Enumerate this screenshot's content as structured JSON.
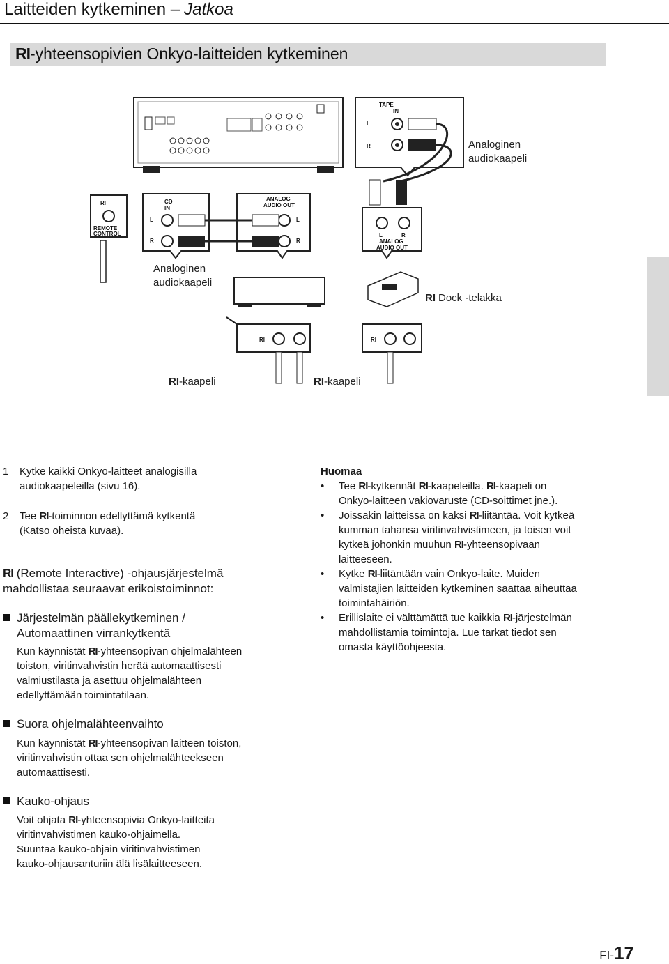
{
  "header": {
    "title": "Laitteiden kytkeminen –",
    "continued": "Jatkoa"
  },
  "section": {
    "ri_logo": "RI",
    "title": "-yhteensopivien Onkyo-laitteiden kytkeminen"
  },
  "diagram": {
    "tape_in": "TAPE",
    "tape_in_sub": "IN",
    "L": "L",
    "R": "R",
    "analog_cable_1": "Analoginen",
    "analog_cable_1b": "audiokaapeli",
    "remote_control": "REMOTE",
    "remote_control_b": "CONTROL",
    "cd_in": "CD",
    "cd_in_sub": "IN",
    "analog_audio_out": "ANALOG",
    "analog_audio_out_b": "AUDIO OUT",
    "analog_out_dock": "ANALOG",
    "analog_out_dock_b": "AUDIO OUT",
    "analog_cable_2": "Analoginen",
    "analog_cable_2b": "audiokaapeli",
    "dock_label": "Dock -telakka",
    "ri_cable_left": "-kaapeli",
    "ri_cable_right": "-kaapeli"
  },
  "left_column": {
    "step1_num": "1",
    "step1_a": "Kytke kaikki Onkyo-laitteet analogisilla",
    "step1_b": "audiokaapeleilla (sivu 16).",
    "step2_num": "2",
    "step2_pre": "Tee",
    "step2_a": "-toiminnon edellyttämä kytkentä",
    "step2_b": "(Katso oheista kuvaa).",
    "intro_a": "(Remote Interactive) -ohjausjärjestelmä",
    "intro_b": "mahdollistaa seuraavat erikoistoiminnot:",
    "feature1_title_a": "Järjestelmän päällekytkeminen /",
    "feature1_title_b": "Automaattinen virrankytkentä",
    "feature1_pre": "Kun käynnistät",
    "feature1_a": "-yhteensopivan ohjelmalähteen",
    "feature1_b": "toiston, viritinvahvistin herää automaattisesti",
    "feature1_c": "valmiustilasta ja asettuu ohjelmalähteen",
    "feature1_d": "edellyttämään toimintatilaan.",
    "feature2_title": "Suora ohjelmalähteenvaihto",
    "feature2_pre": "Kun käynnistät",
    "feature2_a": "-yhteensopivan laitteen toiston,",
    "feature2_b": "viritinvahvistin ottaa sen ohjelmalähteekseen",
    "feature2_c": "automaattisesti.",
    "feature3_title": "Kauko-ohjaus",
    "feature3_pre": "Voit ohjata",
    "feature3_a": "-yhteensopivia Onkyo-laitteita",
    "feature3_b": "viritinvahvistimen kauko-ohjaimella.",
    "feature3_c": "Suuntaa kauko-ohjain viritinvahvistimen",
    "feature3_d": "kauko-ohjausanturiin älä lisälaitteeseen."
  },
  "notes": {
    "heading": "Huomaa",
    "n1_pre": "Tee",
    "n1_mid": "-kytkennät",
    "n1_mid2": "-kaapeleilla.",
    "n1_mid3": "-kaapeli on",
    "n1_b": "Onkyo-laitteen vakiovaruste (CD-soittimet jne.).",
    "n2_pre": "Joissakin laitteissa on kaksi",
    "n2_a": "-liitäntää. Voit kytkeä",
    "n2_b": "kumman tahansa viritinvahvistimeen, ja toisen voit",
    "n2_c_pre": "kytkeä johonkin muuhun",
    "n2_c": "-yhteensopivaan",
    "n2_d": "laitteeseen.",
    "n3_pre": "Kytke",
    "n3_a": "-liitäntään vain Onkyo-laite. Muiden",
    "n3_b": "valmistajien laitteiden kytkeminen saattaa aiheuttaa",
    "n3_c": "toimintahäiriön.",
    "n4_pre": "Erillislaite ei välttämättä tue kaikkia",
    "n4_a": "-järjestelmän",
    "n4_b": "mahdollistamia toimintoja. Lue tarkat tiedot sen",
    "n4_c": "omasta käyttöohjeesta."
  },
  "footer": {
    "prefix": "FI-",
    "page": "17"
  },
  "ri_symbol": "RI"
}
